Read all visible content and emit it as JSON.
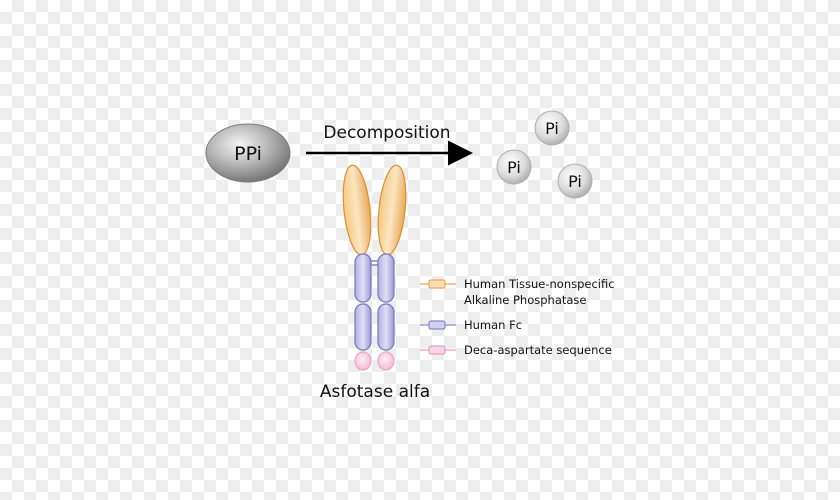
{
  "reaction": {
    "substrate": "PPi",
    "arrow_label": "Decomposition",
    "products": [
      "Pi",
      "Pi",
      "Pi"
    ]
  },
  "molecule": {
    "name": "Asfotase alfa"
  },
  "legend": {
    "items": [
      {
        "line1": "Human Tissue-nonspecific",
        "line2": "Alkaline Phosphatase",
        "color": "#E8A94A",
        "fill": "#F7D3A1"
      },
      {
        "line1": "Human Fc",
        "line2": "",
        "color": "#8A86C9",
        "fill": "#C7C5EC"
      },
      {
        "line1": "Deca-aspartate sequence",
        "line2": "",
        "color": "#E8A0C0",
        "fill": "#F8D4E4"
      }
    ]
  },
  "colors": {
    "alp": "#E8A94A",
    "fc": "#8A86C9",
    "deca": "#E8A0C0",
    "sphere": "#C8C8C8",
    "arrow": "#000000"
  }
}
